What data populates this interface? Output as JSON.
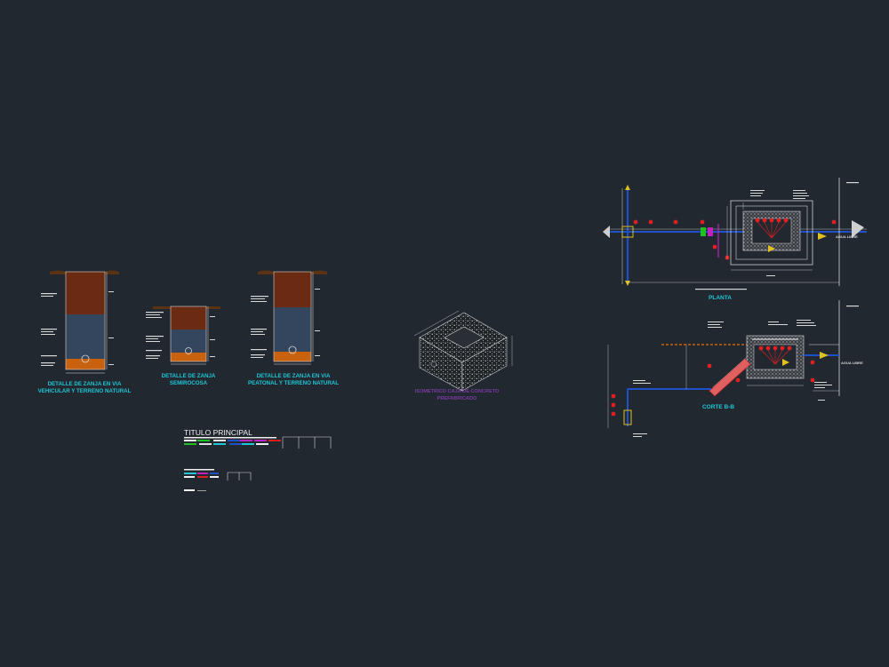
{
  "colors": {
    "background": "#212830",
    "clay": "#6b2a12",
    "backfill": "#33465e",
    "sand": "#c8620e",
    "caption_cyan": "#20c6d6",
    "caption_magenta": "#7a3aa0",
    "pipe_blue": "#2050c8",
    "marker_red": "#e02020",
    "line_white": "#d8d8d8",
    "title_white": "#f0f0f0"
  },
  "trench_details": [
    {
      "caption_lines": [
        "DETALLE DE ZANJA EN VIA",
        "VEHICULAR Y TERRENO NATURAL"
      ]
    },
    {
      "caption_lines": [
        "DETALLE DE ZANJA",
        "SEMIROCOSA"
      ]
    },
    {
      "caption_lines": [
        "DETALLE DE ZANJA EN VIA",
        "PEATONAL Y TERRENO NATURAL"
      ]
    }
  ],
  "isometric": {
    "caption_lines": [
      "ISOMETRICO CAJA DE CONCRETO",
      "PREFABRICADO"
    ]
  },
  "legend": {
    "title": "TITULO PRINCIPAL"
  },
  "plan_view": {
    "title": "PLANTA",
    "arrow_label": "AGUA LIBRE"
  },
  "section_view": {
    "title": "CORTE B-B",
    "arrow_label": "AGUA LIBRE"
  }
}
